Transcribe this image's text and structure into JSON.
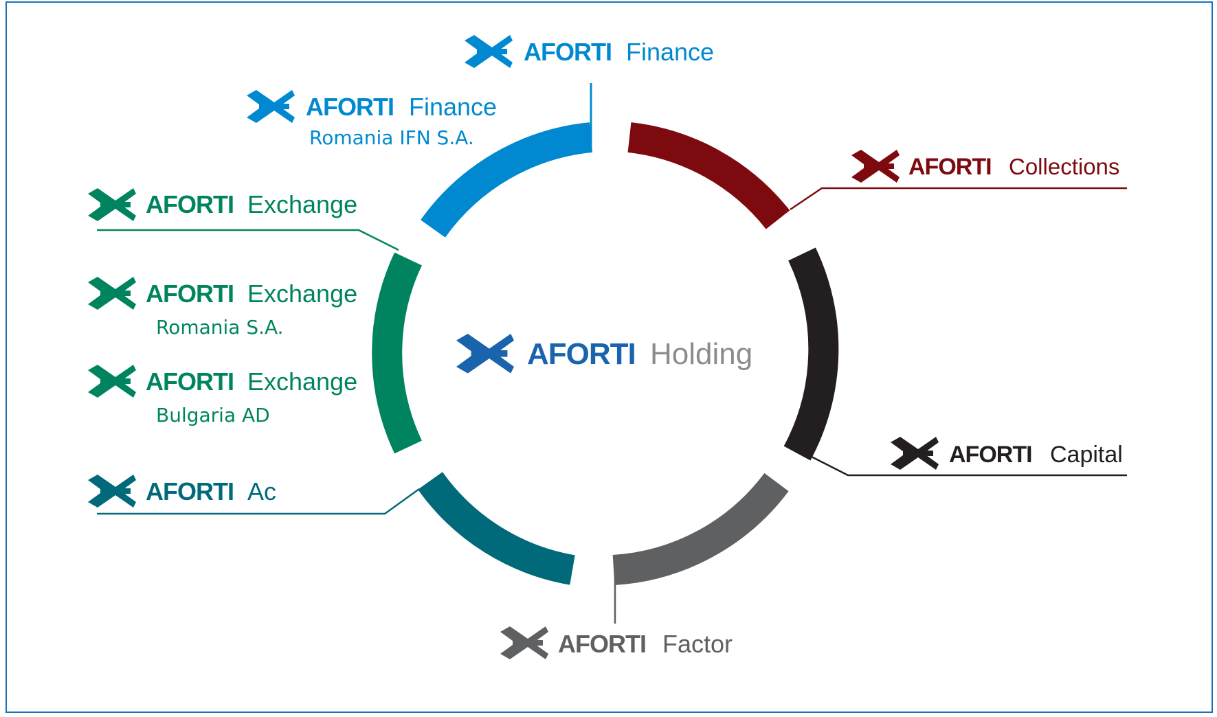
{
  "colors": {
    "frame": "#1a73b8",
    "finance": "#0089d1",
    "collections": "#7d0a0f",
    "capital": "#231f20",
    "factor": "#5f6062",
    "ac": "#006a7a",
    "exchange": "#00845f",
    "holding_brand": "#1a63ad",
    "holding_unit": "#8c8c8c"
  },
  "holding": {
    "brand": "AFORTI",
    "unit": "Holding"
  },
  "companies": {
    "finance": {
      "brand": "AFORTI",
      "unit": "Finance"
    },
    "finance_ro": {
      "brand": "AFORTI",
      "unit": "Finance",
      "sub": "Romania IFN S.A."
    },
    "collections": {
      "brand": "AFORTI",
      "unit": "Collections"
    },
    "exchange": {
      "brand": "AFORTI",
      "unit": "Exchange"
    },
    "exchange_ro": {
      "brand": "AFORTI",
      "unit": "Exchange",
      "sub": "Romania S.A."
    },
    "exchange_bg": {
      "brand": "AFORTI",
      "unit": "Exchange",
      "sub": "Bulgaria AD"
    },
    "capital": {
      "brand": "AFORTI",
      "unit": "Capital"
    },
    "ac": {
      "brand": "AFORTI",
      "unit": "Ac"
    },
    "factor": {
      "brand": "AFORTI",
      "unit": "Factor"
    }
  },
  "icon_name": "aforti-logo-icon"
}
